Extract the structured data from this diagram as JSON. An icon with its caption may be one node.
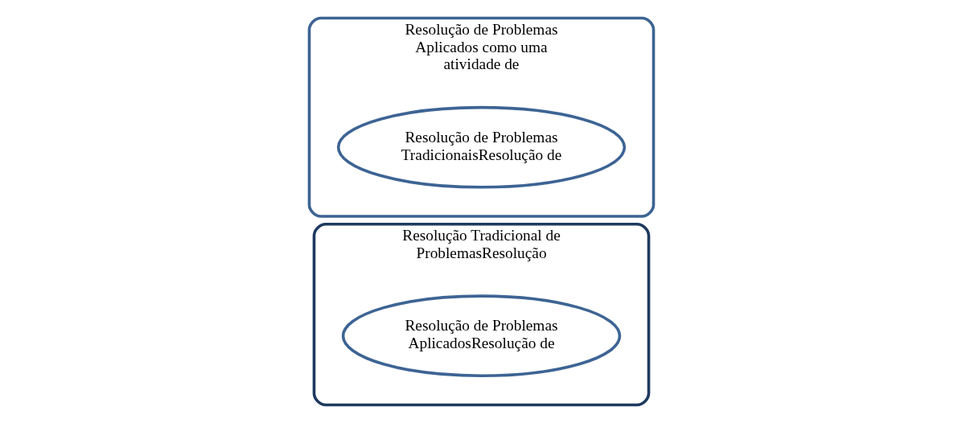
{
  "diagram": {
    "nodes": [
      {
        "text": [
          "Resolução Tradicional de ProblemasResolução"
        ]
      },
      {
        "text": [
          "Resolução de Problemas AplicadosResolução de"
        ],
        "in": 0
      },
      {
        "text": [
          "Resolução de Problemas Aplicados como uma atividade de"
        ]
      },
      {
        "text": [
          "Resolução de Problemas TradicionaisResolução de"
        ],
        "in": 2
      }
    ]
  }
}
